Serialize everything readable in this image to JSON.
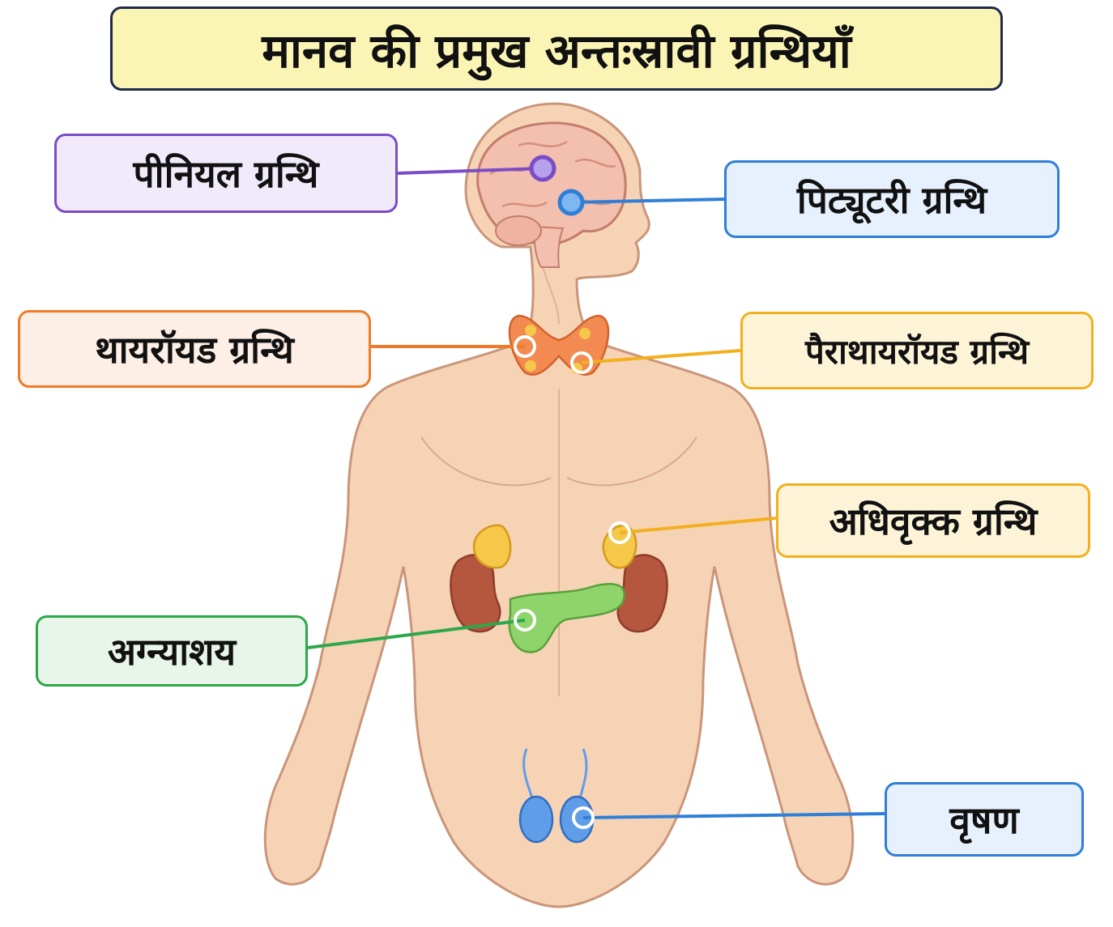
{
  "title": "मानव की प्रमुख अन्तःस्रावी ग्रन्थियाँ",
  "colors": {
    "title_fill": "#fbf5b5",
    "skin": "#f7d3b6",
    "skin_outline": "#c9967a",
    "brain": "#f3bfae",
    "purple": "#7a4cc8",
    "blue": "#2f7fd8",
    "orange": "#ef7a2a",
    "amber": "#f2b01e",
    "green": "#2ca84a",
    "kidney": "#b5563f",
    "adrenal": "#f5c84a",
    "pancreas": "#8fd46a",
    "thyroid": "#f28a52",
    "testes": "#5f9de8"
  },
  "labels": {
    "pineal": {
      "text": "पीनियल ग्रन्थि",
      "border": "#7a4cc8",
      "fill": "#f1eafb"
    },
    "pituitary": {
      "text": "पिट्यूटरी ग्रन्थि",
      "border": "#2f7fd8",
      "fill": "#e6f1fd"
    },
    "thyroid": {
      "text": "थायरॉयड ग्रन्थि",
      "border": "#ef7a2a",
      "fill": "#fdeee6"
    },
    "parathyroid": {
      "text": "पैराथायरॉयड ग्रन्थि",
      "border": "#f2b01e",
      "fill": "#fdf4d8"
    },
    "adrenal": {
      "text": "अधिवृक्क ग्रन्थि",
      "border": "#f2b01e",
      "fill": "#fdf4d8"
    },
    "pancreas": {
      "text": "अग्न्याशय",
      "border": "#2ca84a",
      "fill": "#e8f6ea"
    },
    "testes": {
      "text": "वृषण",
      "border": "#2f7fd8",
      "fill": "#e6f1fd"
    }
  }
}
